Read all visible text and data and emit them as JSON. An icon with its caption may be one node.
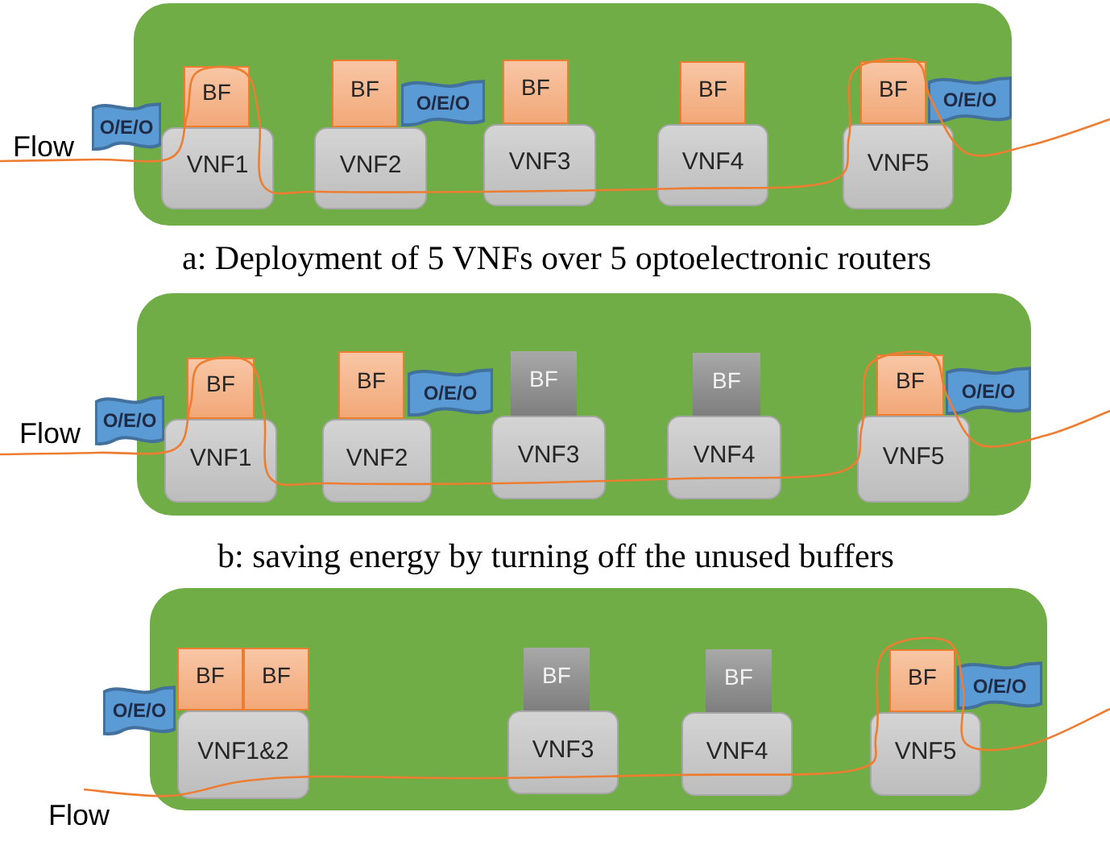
{
  "diagram": {
    "nodes": [
      {
        "text": [],
        "shape": "box"
      },
      {
        "text": [
          "O/E/O"
        ]
      },
      {
        "text": [
          "BF"
        ],
        "in": 0
      },
      {
        "text": [
          "VNF1"
        ],
        "in": 0
      },
      {
        "text": [
          "BF"
        ],
        "in": 0
      },
      {
        "text": [
          "O/E/O"
        ],
        "in": 0
      },
      {
        "text": [
          "VNF2"
        ],
        "in": 0
      },
      {
        "text": [
          "BF"
        ],
        "in": 0
      },
      {
        "text": [
          "VNF3"
        ],
        "in": 0
      },
      {
        "text": [
          "BF"
        ],
        "in": 0
      },
      {
        "text": [
          "VNF4"
        ],
        "in": 0
      },
      {
        "text": [
          "BF"
        ],
        "in": 0
      },
      {
        "text": [
          "O/E/O"
        ],
        "in": 0
      },
      {
        "text": [
          "VNF5"
        ],
        "in": 0
      },
      {
        "text": [],
        "shape": "box"
      },
      {
        "text": [
          "O/E/O"
        ]
      },
      {
        "text": [
          "BF"
        ],
        "in": 14
      },
      {
        "text": [
          "VNF1"
        ],
        "in": 14
      },
      {
        "text": [
          "BF"
        ],
        "in": 14
      },
      {
        "text": [
          "O/E/O"
        ],
        "in": 14
      },
      {
        "text": [
          "VNF2"
        ],
        "in": 14
      },
      {
        "text": [
          "BF"
        ],
        "in": 14
      },
      {
        "text": [
          "VNF3"
        ],
        "in": 14
      },
      {
        "text": [
          "BF"
        ],
        "in": 14
      },
      {
        "text": [
          "VNF4"
        ],
        "in": 14
      },
      {
        "text": [
          "BF"
        ],
        "in": 14
      },
      {
        "text": [
          "O/E/O"
        ],
        "in": 14
      },
      {
        "text": [
          "VNF5"
        ],
        "in": 14
      },
      {
        "text": [],
        "shape": "box"
      },
      {
        "text": [
          "O/E/O"
        ]
      },
      {
        "text": [
          "BF"
        ],
        "in": 28
      },
      {
        "text": [
          "BF"
        ],
        "in": 28
      },
      {
        "text": [
          "VNF1&2"
        ],
        "in": 28
      },
      {
        "text": [
          "BF"
        ],
        "in": 28
      },
      {
        "text": [
          "VNF3"
        ],
        "in": 28
      },
      {
        "text": [
          "BF"
        ],
        "in": 28
      },
      {
        "text": [
          "VNF4"
        ],
        "in": 28
      },
      {
        "text": [
          "BF"
        ],
        "in": 28
      },
      {
        "text": [
          "O/E/O"
        ],
        "in": 28
      },
      {
        "text": [
          "VNF5"
        ],
        "in": 28
      }
    ],
    "labels": [
      "Flow",
      "a: Deployment of 5 VNFs over 5 optoelectronic routers",
      "Flow",
      "b: saving energy by turning off the unused buffers",
      "Flow"
    ]
  }
}
